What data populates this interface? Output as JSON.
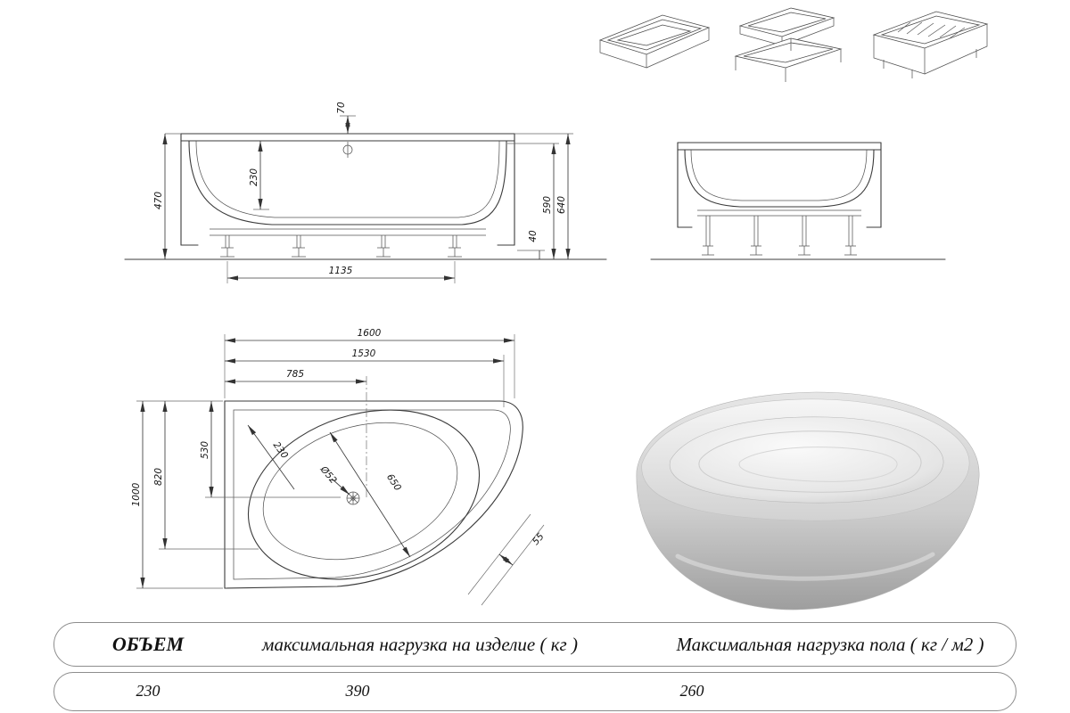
{
  "front_view": {
    "dims": {
      "d470": "470",
      "d230": "230",
      "d70": "70",
      "d40": "40",
      "d590": "590",
      "d640": "640",
      "d1135": "1135"
    }
  },
  "plan_view": {
    "dims": {
      "d1600": "1600",
      "d1530": "1530",
      "d785": "785",
      "d1000": "1000",
      "d820": "820",
      "d530": "530",
      "d230": "230",
      "d52": "Ø52",
      "d650": "650",
      "d55": "55"
    }
  },
  "spec_table": {
    "headers": [
      "ОБЪЕМ",
      "максимальная нагрузка на изделие ( кг )",
      "Максимальная нагрузка пола ( кг / м2 )"
    ],
    "values": [
      "230",
      "390",
      "260"
    ]
  }
}
